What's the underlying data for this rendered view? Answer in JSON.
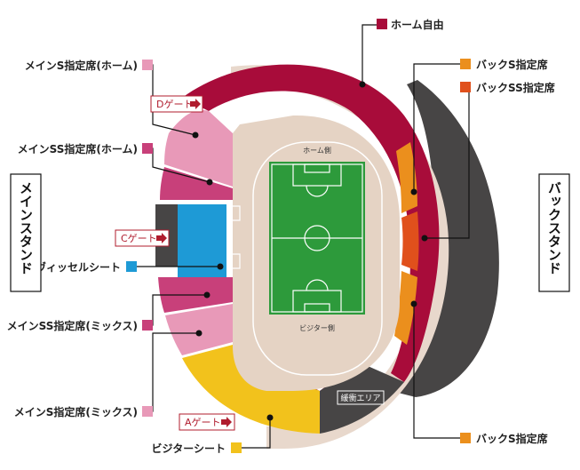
{
  "labels": {
    "home_free": "ホーム自由",
    "main_s_home": "メインS指定席(ホーム)",
    "main_ss_home": "メインSS指定席(ホーム)",
    "vissel_seat": "ヴィッセルシート",
    "main_ss_mix": "メインSS指定席(ミックス)",
    "main_s_mix": "メインS指定席(ミックス)",
    "visitor_seat": "ビジターシート",
    "back_s_top": "バックS指定席",
    "back_ss": "バックSS指定席",
    "back_s_bottom": "バックS指定席"
  },
  "stands": {
    "main": "メインスタンド",
    "back": "バックスタンド"
  },
  "gates": {
    "d": "Dゲート",
    "c": "Cゲート",
    "a": "Aゲート"
  },
  "field": {
    "home_side": "ホーム側",
    "visitor_side": "ビジター側",
    "buffer_area": "緩衝エリア"
  },
  "colors": {
    "home_free": "#a80c3a",
    "main_s": "#e899b8",
    "main_ss": "#c8407a",
    "vissel": "#1e9ad6",
    "visitor": "#f2c21c",
    "back_s": "#eb8f1d",
    "back_ss": "#e0501c",
    "outer_ring": "#e8d8cc",
    "track": "#e5d3c4",
    "dark": "#474545",
    "pitch": "#2d9a3b"
  }
}
